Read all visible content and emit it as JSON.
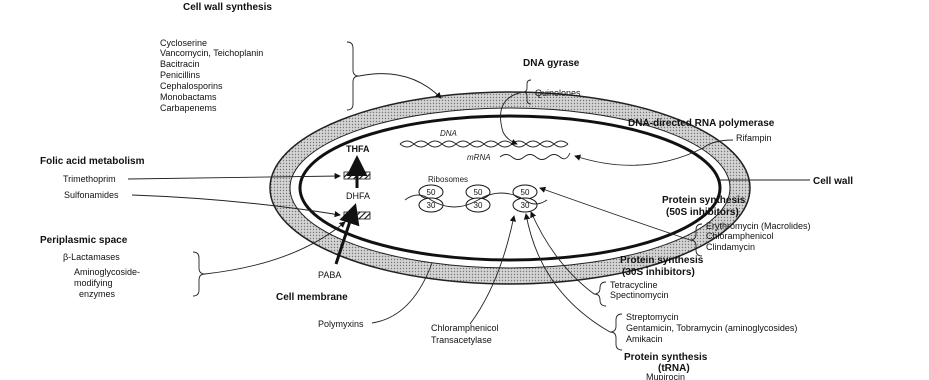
{
  "cell_wall_synthesis": {
    "title": "Cell wall synthesis",
    "items": [
      "Cycloserine",
      "Vancomycin, Teichoplanin",
      "Bacitracin",
      "Penicillins",
      "Cephalosporins",
      "Monobactams",
      "Carbapenems"
    ]
  },
  "dna_gyrase": {
    "title": "DNA gyrase",
    "items": [
      "Quinolones"
    ]
  },
  "rna_polymerase": {
    "title": "DNA-directed RNA polymerase",
    "items": [
      "Rifampin"
    ]
  },
  "folic_acid": {
    "title": "Folic acid metabolism",
    "items": [
      "Trimethoprim",
      "Sulfonamides"
    ]
  },
  "periplasmic_space": {
    "title": "Periplasmic space",
    "items": [
      "β-Lactamases",
      "Aminoglycoside-",
      "modifying",
      "enzymes"
    ]
  },
  "cell_wall": {
    "title": "Cell wall"
  },
  "cell_membrane": {
    "title": "Cell membrane"
  },
  "protein_50s": {
    "title_line1": "Protein synthesis",
    "title_line2": "(50S inhibitors)",
    "items": [
      "Erythromycin (Macrolides)",
      "Chloramphenicol",
      "Clindamycin"
    ]
  },
  "protein_30s": {
    "title_line1": "Protein synthesis",
    "title_line2": "(30S inhibitors)",
    "items": [
      "Tetracycline",
      "Spectinomycin"
    ]
  },
  "aminoglycosides": {
    "items": [
      "Streptomycin",
      "Gentamicin, Tobramycin  (aminoglycosides)",
      "Amikacin"
    ]
  },
  "protein_trna": {
    "title_line1": "Protein synthesis",
    "title_line2": "(tRNA)",
    "items": [
      "Mupirocin"
    ]
  },
  "polymyxins": {
    "label": "Polymyxins"
  },
  "chloramphenicol_transacetylase": {
    "items": [
      "Chloramphenicol",
      "Transacetylase"
    ]
  },
  "inside": {
    "dna": "DNA",
    "mrna": "mRNA",
    "ribosomes": "Ribosomes",
    "thfa": "THFA",
    "dhfa": "DHFA",
    "paba": "PABA",
    "r50": "50",
    "r30": "30"
  }
}
